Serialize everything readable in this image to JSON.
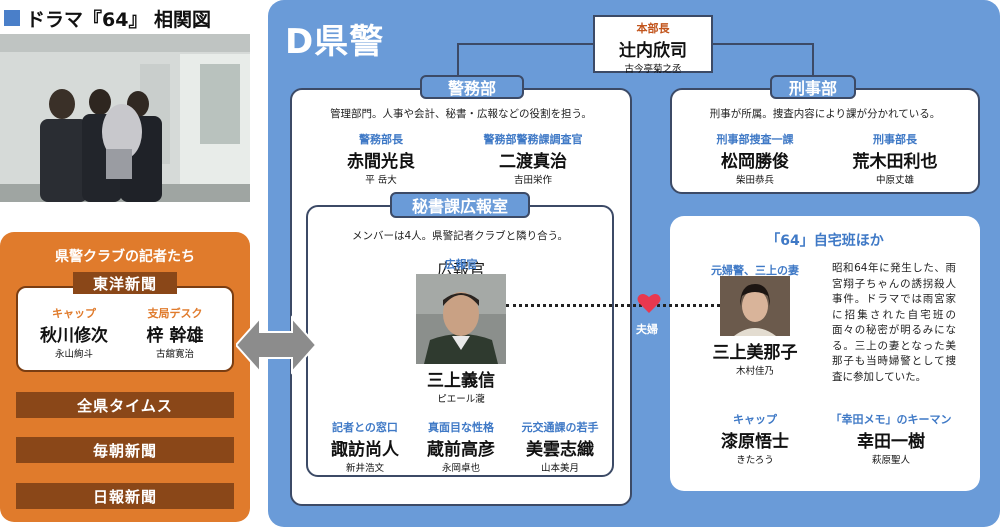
{
  "title": "ドラマ『64』 相関図",
  "press_club": {
    "title": "県警クラブの記者たち",
    "toyo": {
      "name": "東洋新聞",
      "members": [
        {
          "role": "キャップ",
          "name": "秋川修次",
          "actor": "永山絢斗"
        },
        {
          "role": "支局デスク",
          "name": "梓 幹雄",
          "actor": "古舘寛治"
        }
      ]
    },
    "other_papers": [
      "全県タイムス",
      "毎朝新聞",
      "日報新聞"
    ]
  },
  "d_pref": {
    "title": "D県警",
    "hq": {
      "role": "本部長",
      "name": "辻内欣司",
      "actor": "古今亭菊之丞"
    },
    "keimu": {
      "label": "警務部",
      "desc": "管理部門。人事や会計、秘書・広報などの役割を担う。",
      "members": [
        {
          "role": "警務部長",
          "name": "赤間光良",
          "actor": "平 岳大"
        },
        {
          "role": "警務部警務課調査官",
          "name": "二渡真治",
          "actor": "吉田栄作"
        }
      ]
    },
    "keiji": {
      "label": "刑事部",
      "desc": "刑事が所属。捜査内容により課が分かれている。",
      "members": [
        {
          "role": "刑事部捜査一課",
          "name": "松岡勝俊",
          "actor": "柴田恭兵"
        },
        {
          "role": "刑事部長",
          "name": "荒木田利也",
          "actor": "中原丈雄"
        }
      ]
    },
    "pr": {
      "label": "秘書課広報室",
      "desc": "メンバーは4人。県警記者クラブと隣り合う。",
      "lead": {
        "role": "広報官",
        "name": "三上義信",
        "actor": "ピエール瀧"
      },
      "members": [
        {
          "role": "記者との窓口",
          "name": "諏訪尚人",
          "actor": "新井浩文"
        },
        {
          "role": "真面目な性格",
          "name": "蔵前高彦",
          "actor": "永岡卓也"
        },
        {
          "role": "元交通課の若手",
          "name": "美雲志織",
          "actor": "山本美月"
        }
      ]
    }
  },
  "jitaku": {
    "title": "「64」自宅班ほか",
    "wife": {
      "role": "元婦警、三上の妻",
      "name": "三上美那子",
      "actor": "木村佳乃"
    },
    "case_desc": "昭和64年に発生した、雨宮翔子ちゃんの誘拐殺人事件。ドラマでは雨宮家に招集された自宅班の面々の秘密が明るみになる。三上の妻となった美那子も当時婦警として捜査に参加していた。",
    "members": [
      {
        "role": "キャップ",
        "name": "漆原悟士",
        "actor": "きたろう"
      },
      {
        "role": "「幸田メモ」のキーマン",
        "name": "幸田一樹",
        "actor": "萩原聖人"
      }
    ]
  },
  "relation": {
    "label": "夫婦"
  },
  "colors": {
    "orange": "#e07b2c",
    "blue": "#6a9bd8",
    "dark_brown": "#8a4718",
    "heart": "#e8384f"
  }
}
